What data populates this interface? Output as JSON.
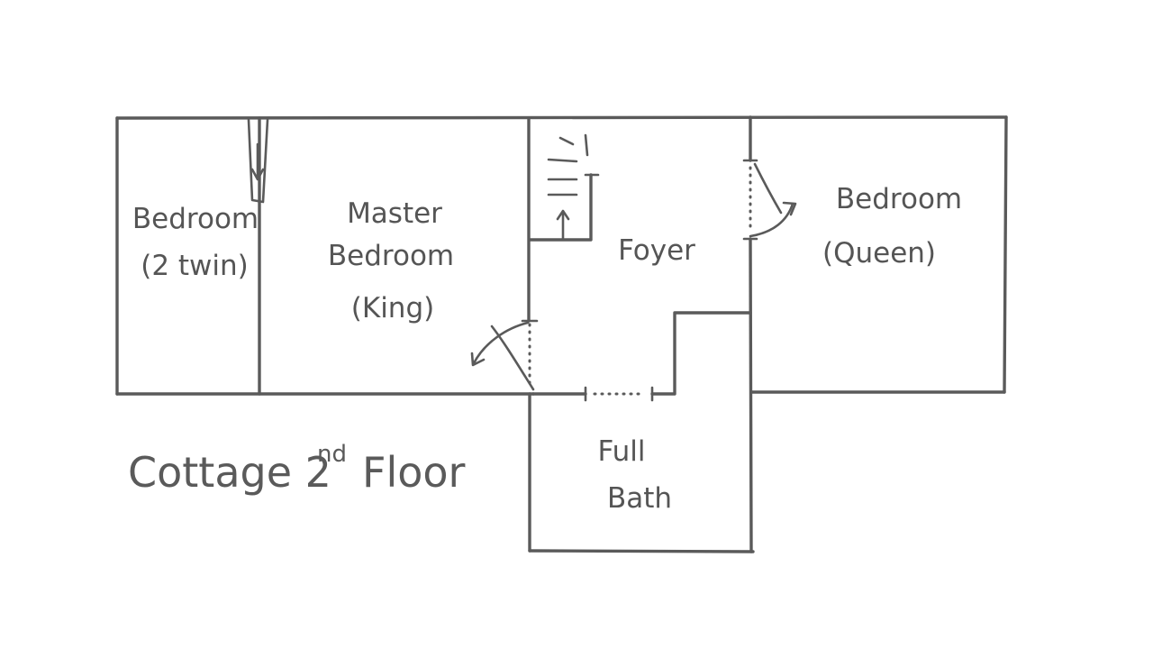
{
  "rooms": {
    "bedroom_twin": {
      "line1": "Bedroom",
      "line2": "(2 twin)"
    },
    "master_bedroom": {
      "line1": "Master",
      "line2": "Bedroom",
      "line3": "(King)"
    },
    "foyer": {
      "label": "Foyer"
    },
    "bedroom_queen": {
      "line1": "Bedroom",
      "line2": "(Queen)"
    },
    "full_bath": {
      "line1": "Full",
      "line2": "Bath"
    }
  },
  "title": {
    "main": "Cottage 2",
    "sup": "nd",
    "rest": "Floor"
  },
  "colors": {
    "ink": "#5a5a5a",
    "background": "#ffffff"
  }
}
